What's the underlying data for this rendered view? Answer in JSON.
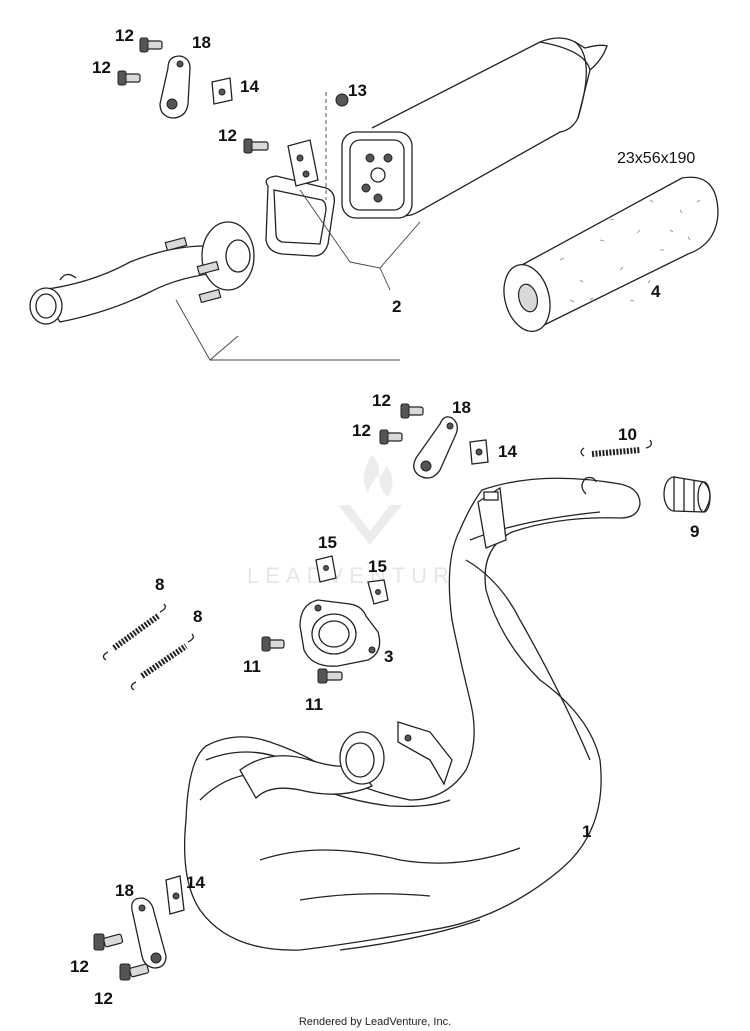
{
  "diagram": {
    "callouts": {
      "c1": "1",
      "c2": "2",
      "c3": "3",
      "c4": "4",
      "c8a": "8",
      "c8b": "8",
      "c9": "9",
      "c10": "10",
      "c11a": "11",
      "c11b": "11",
      "c12a": "12",
      "c12b": "12",
      "c12c": "12",
      "c12d": "12",
      "c12e": "12",
      "c12f": "12",
      "c12g": "12",
      "c13": "13",
      "c14a": "14",
      "c14b": "14",
      "c14c": "14",
      "c15a": "15",
      "c15b": "15",
      "c18a": "18",
      "c18b": "18",
      "c18c": "18"
    },
    "insert_dimension": "23x56x190",
    "watermark": "LEADVENTURE",
    "footer": "Rendered by LeadVenture, Inc."
  }
}
